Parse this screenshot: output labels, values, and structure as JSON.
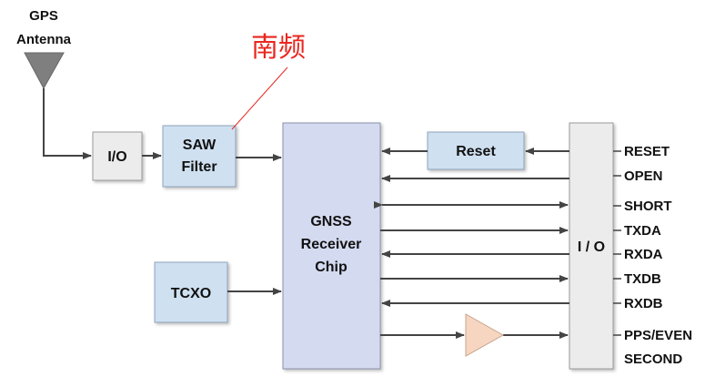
{
  "antenna": {
    "label_line1": "GPS",
    "label_line2": "Antenna"
  },
  "annotation": {
    "text": "南频",
    "color": "#e8271f"
  },
  "blocks": {
    "io_left": "I/O",
    "saw_line1": "SAW",
    "saw_line2": "Filter",
    "tcxo": "TCXO",
    "gnss_line1": "GNSS",
    "gnss_line2": "Receiver",
    "gnss_line3": "Chip",
    "reset": "Reset",
    "io_right": "I / O"
  },
  "signals": [
    "RESET",
    "OPEN",
    "SHORT",
    "TXDA",
    "RXDA",
    "TXDB",
    "RXDB",
    "PPS/EVEN",
    "SECOND"
  ],
  "colors": {
    "block_blue": "#cfe0f0",
    "block_gray": "#ececec",
    "gnss_chip": "#d4daf0",
    "amplifier": "#f7d6c1",
    "antenna": "#7f7f7f",
    "annotation": "#e8271f"
  }
}
